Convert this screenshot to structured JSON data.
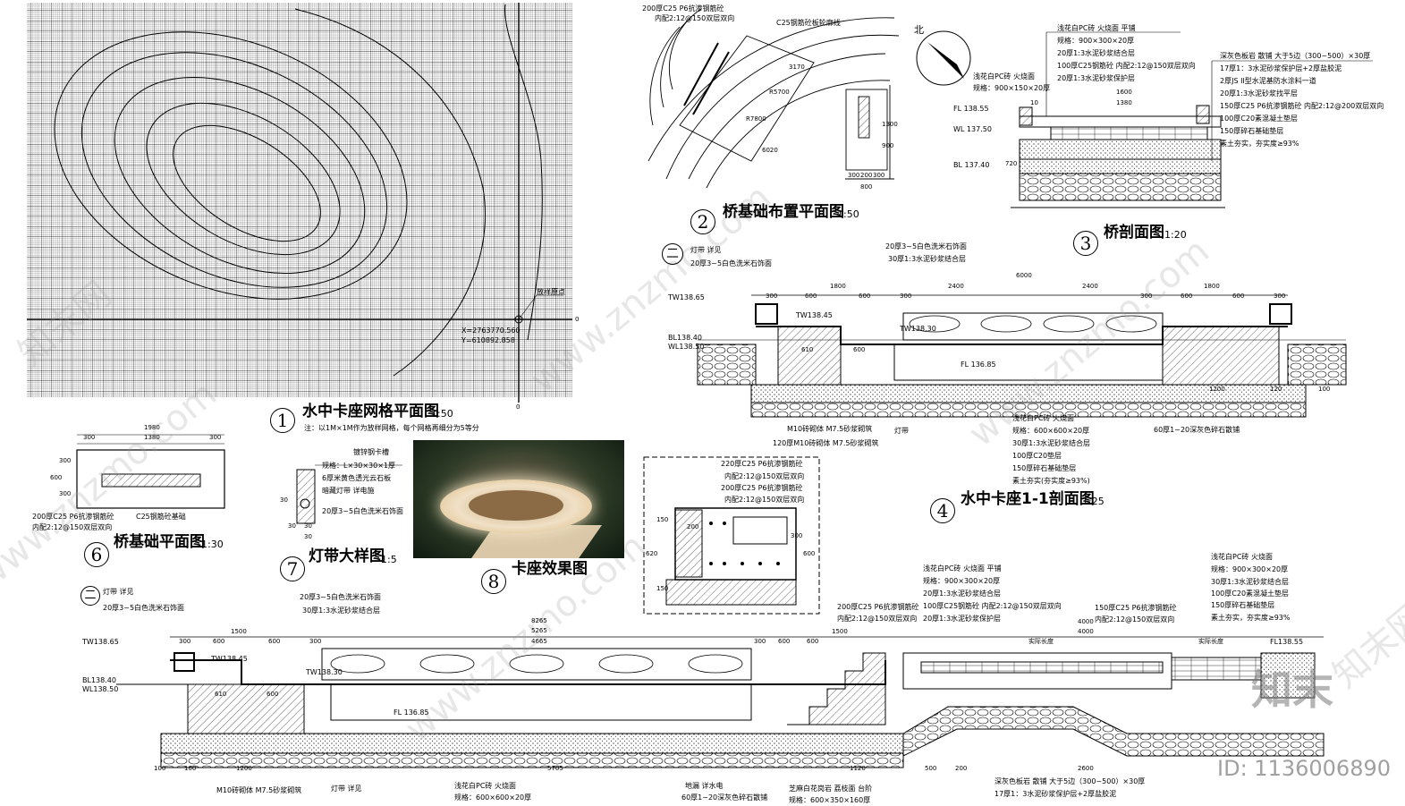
{
  "drawings": {
    "d1": {
      "num": "1",
      "title": "水中卡座网格平面图",
      "scale": "1:50",
      "note": "注：以1M×1M作为放样网格，每个网格再细分为5等分",
      "origin_label": "放样原点",
      "coord_x": "X=2763770.560",
      "coord_y": "Y=610892.858",
      "zero_a": "0",
      "zero_b": "0"
    },
    "d2": {
      "num": "2",
      "title": "桥基础布置平面图",
      "scale": "1:50",
      "label_a": "200厚C25 P6抗渗钢筋砼",
      "label_b": "内配2:12@150双层双向",
      "label_c": "C25钢筋砼板轮廓线",
      "dims": [
        "3170",
        "R5700",
        "R7800",
        "6020",
        "300",
        "200",
        "300",
        "800",
        "1300",
        "900"
      ]
    },
    "d3": {
      "num": "3",
      "title": "桥剖面图",
      "scale": "1:20",
      "north": "北",
      "layers": [
        "浅花白PC砖 火烧面 平铺",
        "规格：900×300×20厚",
        "20厚1:3水泥砂浆结合层",
        "100厚C25钢筋砼 内配2:12@150双层双向",
        "20厚1:3水泥砂浆保护层"
      ],
      "layers_right": [
        "深灰色板岩 散铺 大于5边（300~500）×30厚",
        "17厚1：3水泥砂浆保护层+2厚盐胶泥",
        "2厚JS II型水泥基防水涂料一道",
        "20厚1:3水泥砂浆找平层",
        "150厚C25 P6抗渗钢筋砼 内配2:12@200双层双向",
        "100厚C20素混凝土垫层",
        "150厚碎石基础垫层",
        "素土夯实，夯实度≥93%"
      ],
      "side_label": "浅花白PC砖 火烧面",
      "side_spec": "规格：900×150×20厚",
      "levels": [
        "FL 138.55",
        "WL 137.50",
        "BL 137.40"
      ],
      "dims": [
        "1600",
        "1380",
        "10",
        "720"
      ]
    },
    "d4": {
      "num": "4",
      "title": "水中卡座1-1剖面图",
      "scale": "1:25",
      "lamp": "灯带 详见",
      "lamp_ref": "二",
      "top_a": "20厚3~5白色洗米石饰面",
      "top_b": "30厚1:3水泥砂浆结合层",
      "top_c": "20厚3~5白色洗米石饰面",
      "levels": [
        "TW138.65",
        "TW138.45",
        "TW138.30",
        "BL138.40",
        "WL138.50",
        "FL 136.85"
      ],
      "dims": [
        "6000",
        "1800",
        "2400",
        "2400",
        "1800",
        "300",
        "600",
        "600",
        "300",
        "300",
        "600",
        "600",
        "300",
        "610",
        "600",
        "1200",
        "120",
        "100"
      ],
      "bottom": [
        "浅花白PC砖 火烧面",
        "规格：600×600×20厚",
        "30厚1:3水泥砂浆结合层",
        "100厚C20垫层",
        "150厚碎石基础垫层",
        "素土夯实(夯实度≥93%)"
      ],
      "base_a": "M10砖砌体 M7.5砂浆砌筑",
      "base_b": "120厚M10砖砌体 M7.5砂浆砌筑",
      "base_c": "60厚1~20深灰色碎石散铺",
      "lamp2": "灯带"
    },
    "d5": {
      "callout": [
        "220厚C25 P6抗渗钢筋砼",
        "内配2:12@150双层双向",
        "200厚C25 P6抗渗钢筋砼",
        "内配2:12@150双层双向"
      ],
      "dims": [
        "200",
        "150",
        "620",
        "600",
        "150",
        "300"
      ]
    },
    "d6": {
      "num": "6",
      "title": "桥基础平面图",
      "scale": "1:30",
      "dims": [
        "1980",
        "300",
        "1380",
        "300",
        "300",
        "300",
        "600"
      ],
      "label_a": "200厚C25 P6抗渗钢筋砼",
      "label_b": "内配2:12@150双层双向",
      "label_c": "C25钢筋砼基础"
    },
    "d7": {
      "num": "7",
      "title": "灯带大样图",
      "scale": "1:5",
      "labels": [
        "镀锌钢卡槽",
        "规格：L×30×30×1厚",
        "6厚米黄色透光云石板",
        "暗藏灯带 详电施",
        "20厚3~5白色洗米石饰面"
      ],
      "dims": [
        "30",
        "30",
        "30",
        "30"
      ]
    },
    "d8": {
      "num": "8",
      "title": "卡座效果图"
    },
    "d9": {
      "lamp": "灯带 详见",
      "lamp_ref": "二",
      "top_a": "20厚3~5白色洗米石饰面",
      "top_b": "20厚3~5白色洗米石饰面",
      "top_c": "30厚1:3水泥砂浆结合层",
      "levels": [
        "TW138.65",
        "TW138.45",
        "TW138.30",
        "BL138.40",
        "WL138.50",
        "FL 136.85",
        "FL138.55"
      ],
      "dims": [
        "8265",
        "5265",
        "4665",
        "1500",
        "300",
        "600",
        "600",
        "300",
        "600",
        "600",
        "300",
        "1500",
        "4000",
        "4000",
        "实际长度",
        "实际长度",
        "5705",
        "1120",
        "500",
        "200",
        "2600",
        "1200",
        "100",
        "100",
        "610",
        "600"
      ],
      "mid_layers": [
        "浅花白PC砖 火烧面 平铺",
        "规格：900×300×20厚",
        "20厚1:3水泥砂浆结合层",
        "100厚C25钢筋砼 内配2:12@150双层双向",
        "20厚1:3水泥砂浆保护层"
      ],
      "mid_a": "200厚C25 P6抗渗钢筋砼",
      "mid_b": "内配2:12@150双层双向",
      "right_layers": [
        "浅花白PC砖 火烧面",
        "规格：900×300×20厚",
        "30厚1:3水泥砂浆结合层",
        "100厚C20素混凝土垫层",
        "150厚碎石基础垫层",
        "素土夯实，夯实度≥93%"
      ],
      "right_a": "150厚C25 P6抗渗钢筋砼",
      "right_b": "内配2:12@150双层双向",
      "bottom": [
        "灯带 详见",
        "浅花白PC砖 火烧面",
        "规格：600×600×20厚",
        "M10砖砌体 M7.5砂浆砌筑",
        "地漏 详水电",
        "60厚1~20深灰色碎石散铺",
        "芝麻白花岗岩 荔枝面 台阶",
        "规格：600×350×160厚",
        "深灰色板岩 散铺 大于5边（300~500）×30厚",
        "17厚1：3水泥砂浆保护层+2厚盐胶泥"
      ]
    },
    "brand": "知末",
    "id": "ID: 1136006890",
    "watermark": "www.znzmo.com",
    "watermark2": "知末网"
  }
}
